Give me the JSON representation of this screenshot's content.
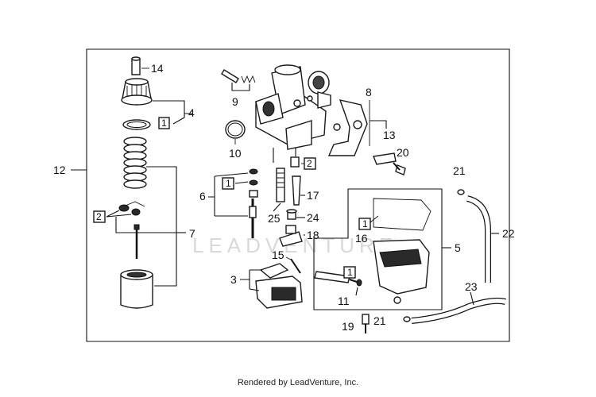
{
  "credit": "Rendered by LeadVenture, Inc.",
  "watermark": "LEADVENTURE",
  "callouts": [
    "14",
    "4",
    "9",
    "8",
    "13",
    "10",
    "20",
    "12",
    "21",
    "6",
    "17",
    "25",
    "24",
    "18",
    "22",
    "16",
    "5",
    "7",
    "15",
    "3",
    "11",
    "23",
    "19",
    "21"
  ],
  "boxed_refs": [
    "1",
    "2",
    "2",
    "1",
    "1",
    "1"
  ]
}
